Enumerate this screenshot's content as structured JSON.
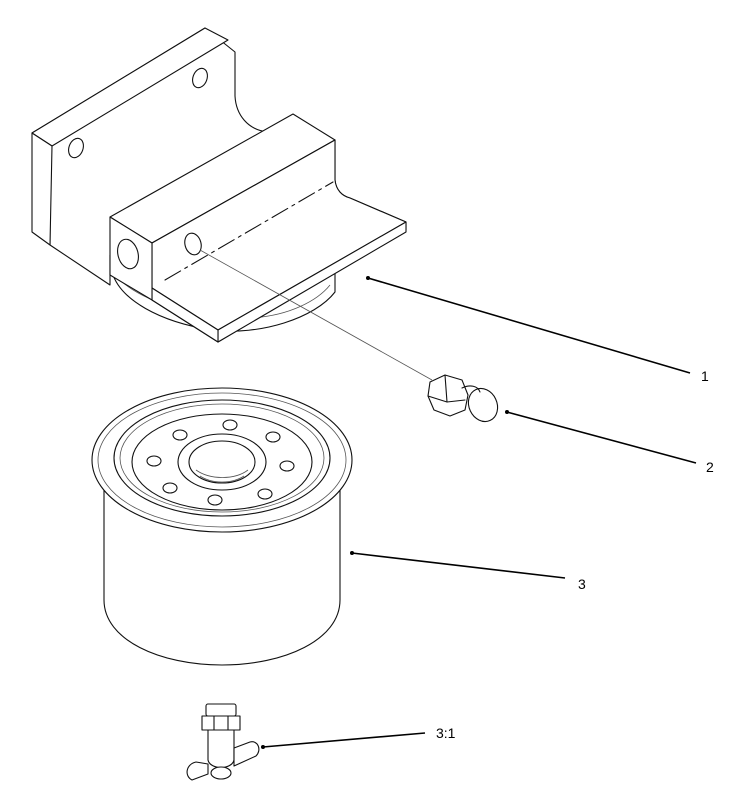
{
  "diagram": {
    "callouts": [
      {
        "id": "1",
        "label": "1"
      },
      {
        "id": "2",
        "label": "2"
      },
      {
        "id": "3",
        "label": "3"
      },
      {
        "id": "3-1",
        "label": "3:1"
      }
    ],
    "colors": {
      "line": "#111111",
      "background": "#ffffff"
    }
  }
}
